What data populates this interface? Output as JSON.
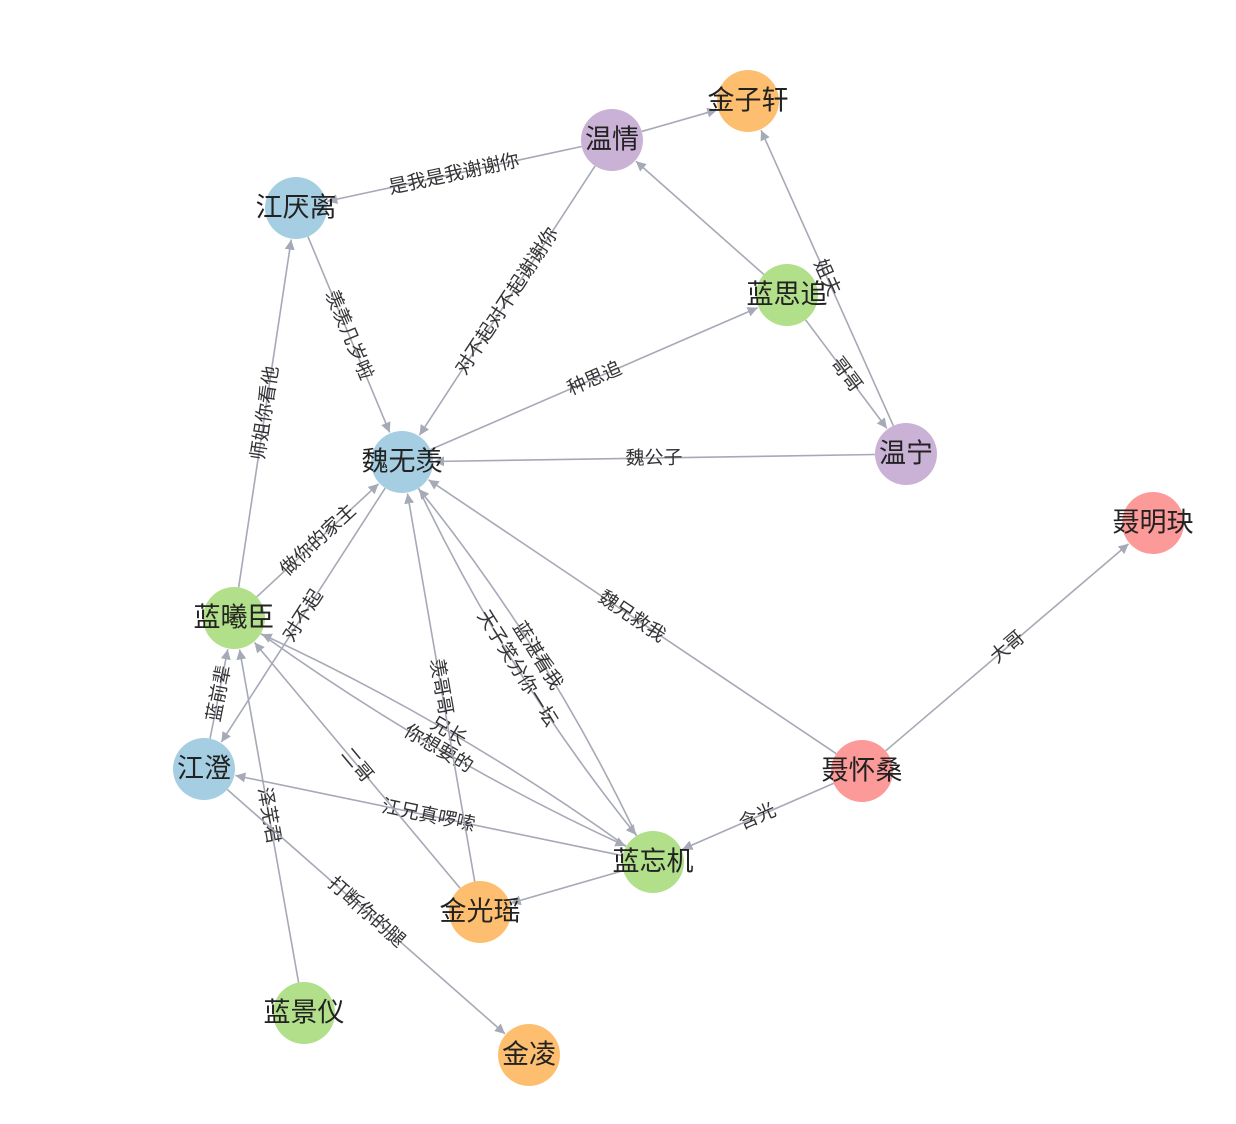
{
  "graph": {
    "nodes": [
      {
        "id": "wwx",
        "label": "魏无羡",
        "color": "#a6cee3"
      },
      {
        "id": "jyl",
        "label": "江厌离",
        "color": "#a6cee3"
      },
      {
        "id": "jc",
        "label": "江澄",
        "color": "#a6cee3"
      },
      {
        "id": "wq",
        "label": "温情",
        "color": "#cab2d6"
      },
      {
        "id": "wn",
        "label": "温宁",
        "color": "#cab2d6"
      },
      {
        "id": "jzx",
        "label": "金子轩",
        "color": "#fdbf6f"
      },
      {
        "id": "jgy",
        "label": "金光瑶",
        "color": "#fdbf6f"
      },
      {
        "id": "jl",
        "label": "金凌",
        "color": "#fdbf6f"
      },
      {
        "id": "lsz",
        "label": "蓝思追",
        "color": "#b2df8a"
      },
      {
        "id": "lxc",
        "label": "蓝曦臣",
        "color": "#b2df8a"
      },
      {
        "id": "lwj",
        "label": "蓝忘机",
        "color": "#b2df8a"
      },
      {
        "id": "ljy",
        "label": "蓝景仪",
        "color": "#b2df8a"
      },
      {
        "id": "nhs",
        "label": "聂怀桑",
        "color": "#fb9a99"
      },
      {
        "id": "nmj",
        "label": "聂明玦",
        "color": "#fb9a99"
      }
    ],
    "edges": [
      {
        "source": "wq",
        "target": "jyl",
        "label": "是我是我谢谢你"
      },
      {
        "source": "wq",
        "target": "jzx",
        "label": ""
      },
      {
        "source": "wq",
        "target": "wwx",
        "label": "对不起对不起谢谢你"
      },
      {
        "source": "jyl",
        "target": "wwx",
        "label": "羡羡几岁啦"
      },
      {
        "source": "wwx",
        "target": "lsz",
        "label": "种思追"
      },
      {
        "source": "lsz",
        "target": "wq",
        "label": ""
      },
      {
        "source": "lsz",
        "target": "wn",
        "label": "哥哥"
      },
      {
        "source": "wn",
        "target": "jzx",
        "label": "姐夫"
      },
      {
        "source": "wn",
        "target": "wwx",
        "label": "魏公子"
      },
      {
        "source": "lxc",
        "target": "jyl",
        "label": "师姐你看他"
      },
      {
        "source": "lxc",
        "target": "wwx",
        "label": "做你的家主"
      },
      {
        "source": "wwx",
        "target": "jc",
        "label": "对不起"
      },
      {
        "source": "jc",
        "target": "lxc",
        "label": "蓝前辈"
      },
      {
        "source": "lwj",
        "target": "jc",
        "label": "江兄真啰嗦"
      },
      {
        "source": "lwj",
        "target": "lxc",
        "label": "兄长"
      },
      {
        "source": "lxc",
        "target": "lwj",
        "label": "你想要的"
      },
      {
        "source": "lwj",
        "target": "wwx",
        "label": "蓝湛看我"
      },
      {
        "source": "wwx",
        "target": "lwj",
        "label": "天子笑分你一坛"
      },
      {
        "source": "lwj",
        "target": "jgy",
        "label": ""
      },
      {
        "source": "jgy",
        "target": "lxc",
        "label": "二哥"
      },
      {
        "source": "jgy",
        "target": "wwx",
        "label": "羡哥哥"
      },
      {
        "source": "nhs",
        "target": "wwx",
        "label": "魏兄救我"
      },
      {
        "source": "nhs",
        "target": "nmj",
        "label": "大哥"
      },
      {
        "source": "nhs",
        "target": "lwj",
        "label": "含光"
      },
      {
        "source": "ljy",
        "target": "lxc",
        "label": "泽芜君"
      },
      {
        "source": "jc",
        "target": "jl",
        "label": "打断你的腿"
      }
    ]
  }
}
